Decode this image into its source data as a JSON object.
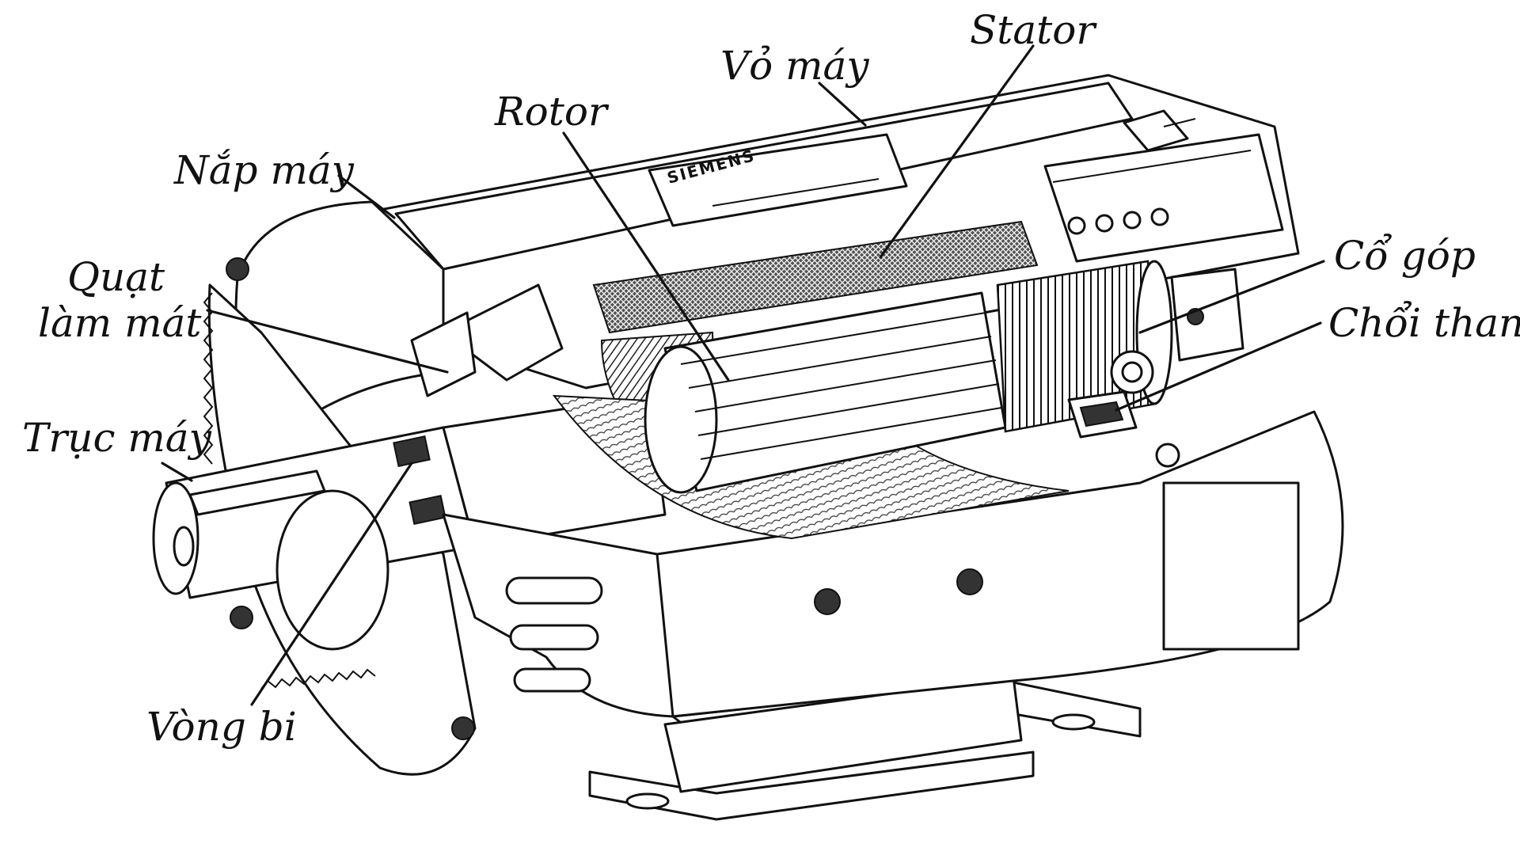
{
  "diagram": {
    "nameplate_brand": "SIEMENS",
    "labels": {
      "stator": "Stator",
      "vo_may": "Vỏ máy",
      "rotor": "Rotor",
      "nap_may": "Nắp máy",
      "quat_line1": "Quạt",
      "quat_line2": "làm mát",
      "truc_may": "Trục máy",
      "co_gop": "Cổ góp",
      "choi_than": "Chổi than",
      "vong_bi": "Vòng bi"
    }
  }
}
